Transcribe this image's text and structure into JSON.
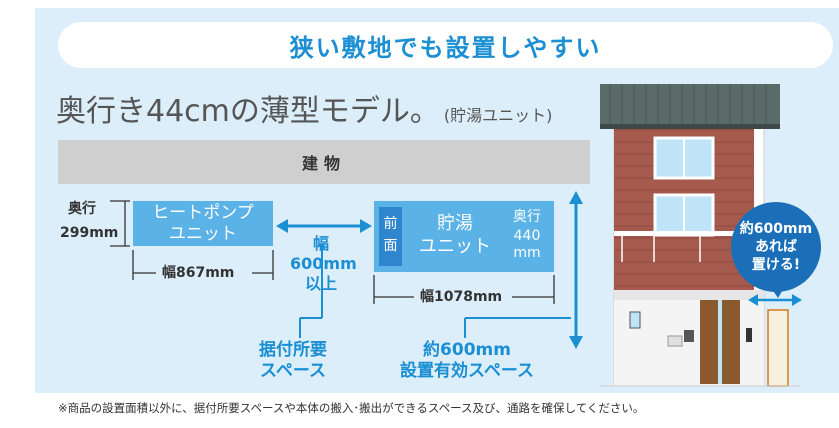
{
  "title": "狭い敷地でも設置しやすい",
  "headline": {
    "main": "奥行き44cmの薄型モデル。",
    "sub": "(貯湯ユニット)"
  },
  "building_label": "建物",
  "heat_pump": {
    "label_line1": "ヒートポンプ",
    "label_line2": "ユニット",
    "depth_label": "奥行",
    "depth_value": "299mm",
    "width": "幅867mm"
  },
  "gap": {
    "line1": "幅",
    "line2": "600mm",
    "line3": "以上"
  },
  "tank": {
    "front_line1": "前",
    "front_line2": "面",
    "label_line1": "貯湯",
    "label_line2": "ユニット",
    "depth_label": "奥行",
    "depth_value1": "440",
    "depth_value2": "mm",
    "width": "幅1078mm"
  },
  "install_space": {
    "line1": "据付所要",
    "line2": "スペース"
  },
  "effective_space": {
    "line1": "約600mm",
    "line2": "設置有効スペース"
  },
  "callout": {
    "line1": "約600mm",
    "line2": "あれば",
    "line3": "置ける!"
  },
  "footnote": "※商品の設置面積以外に、据付所要スペースや本体の搬入･搬出ができるスペース及び、通路を確保してください。",
  "colors": {
    "accent": "#1b8fd3",
    "unit": "#5ab2e6",
    "unit_front": "#2f86cf",
    "panel": "#dceef9",
    "building": "#cfcfcf",
    "callout": "#1b6fb8",
    "brick": "#a65a4e",
    "roof": "#5b6b68"
  }
}
